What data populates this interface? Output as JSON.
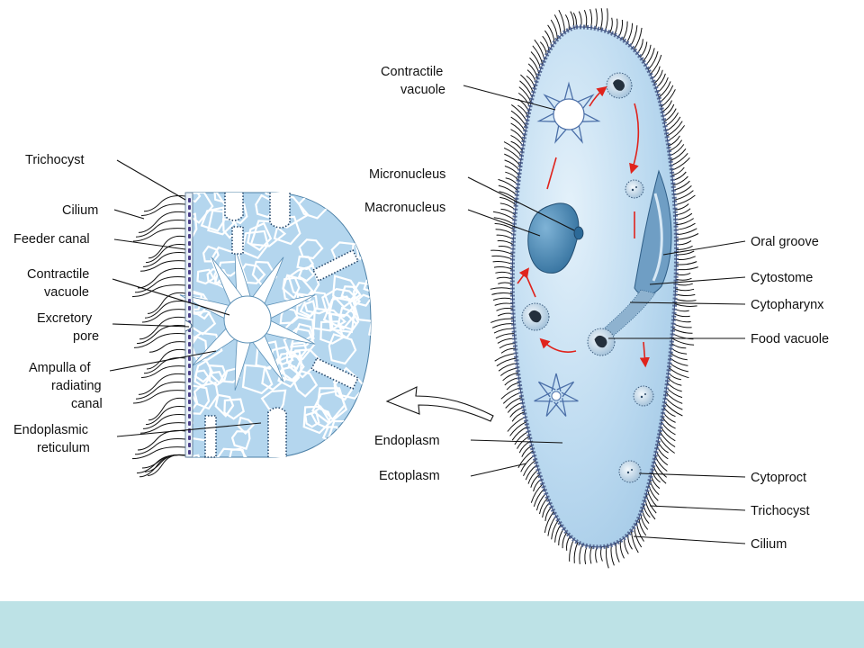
{
  "left_labels": {
    "trichocyst": "Trichocyst",
    "cilium": "Cilium",
    "feeder_canal": "Feeder canal",
    "contractile_vacuole": [
      "Contractile",
      "vacuole"
    ],
    "excretory_pore": [
      "Excretory",
      "pore"
    ],
    "ampulla": [
      "Ampulla of",
      "radiating",
      "canal"
    ],
    "endoplasmic_reticulum": [
      "Endoplasmic",
      "reticulum"
    ]
  },
  "right_labels": {
    "contractile_vacuole": [
      "Contractile",
      "vacuole"
    ],
    "micronucleus": "Micronucleus",
    "macronucleus": "Macronucleus",
    "endoplasm": "Endoplasm",
    "ectoplasm": "Ectoplasm",
    "oral_groove": "Oral groove",
    "cytostome": "Cytostome",
    "cytopharynx": "Cytopharynx",
    "food_vacuole": "Food vacuole",
    "cytoproct": "Cytoproct",
    "trichocyst": "Trichocyst",
    "cilium": "Cilium"
  },
  "colors": {
    "cell_fill": "#b4d6ee",
    "cell_light": "#dcedf8",
    "nucleus": "#3d7fae",
    "arrow_red": "#e0231c",
    "footer_band": "#bde2e6"
  }
}
